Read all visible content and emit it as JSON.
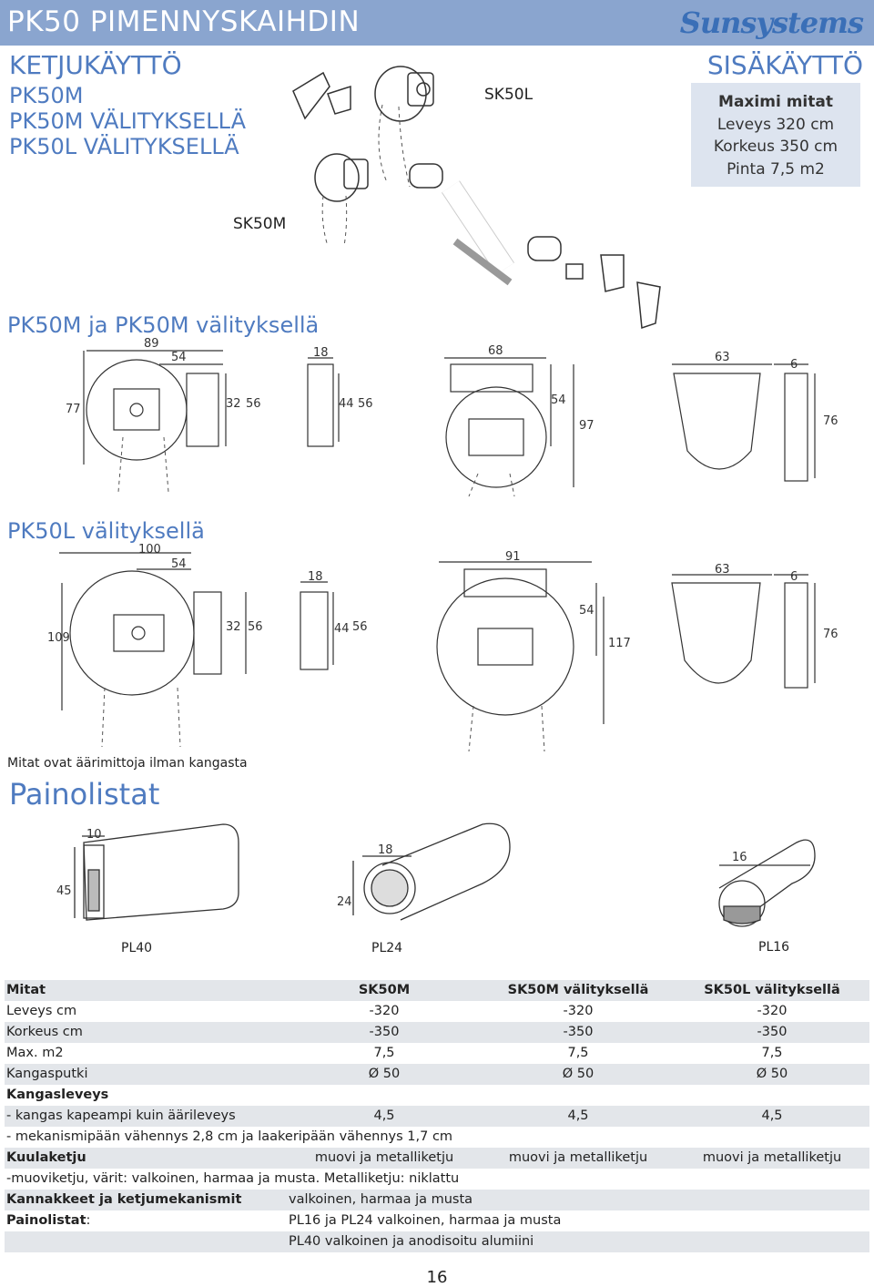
{
  "header": {
    "title": "PK50 PIMENNYSKAIHDIN",
    "logo": "Sunsystems"
  },
  "left_heading": "KETJUKÄYTTÖ",
  "models": [
    "PK50M",
    "PK50M VÄLITYKSELLÄ",
    "PK50L VÄLITYKSELLÄ"
  ],
  "right_heading": "SISÄKÄYTTÖ",
  "maxbox": {
    "title": "Maximi mitat",
    "width": "Leveys 320 cm",
    "height": "Korkeus 350 cm",
    "area": "Pinta 7,5 m2"
  },
  "labels": {
    "sk50l": "SK50L",
    "sk50m": "SK50M"
  },
  "section1": {
    "title": "PK50M ja PK50M välityksellä",
    "dims": {
      "a": "89",
      "b": "54",
      "c": "77",
      "d": "32",
      "e": "56",
      "f": "18",
      "g": "44",
      "h": "56",
      "i": "68",
      "j": "54",
      "k": "97",
      "l": "63",
      "m": "6",
      "n": "76"
    }
  },
  "section2": {
    "title": "PK50L välityksellä",
    "dims": {
      "a": "100",
      "b": "54",
      "c": "109",
      "d": "32",
      "e": "56",
      "f": "18",
      "g": "44",
      "h": "56",
      "i": "91",
      "j": "54",
      "k": "117",
      "l": "63",
      "m": "6",
      "n": "76"
    }
  },
  "note": "Mitat ovat äärimittoja ilman kangasta",
  "painolistat": {
    "title": "Painolistat",
    "pl40": {
      "name": "PL40",
      "w": "10",
      "h": "45"
    },
    "pl24": {
      "name": "PL24",
      "w": "18",
      "h": "24"
    },
    "pl16": {
      "name": "PL16",
      "w": "16"
    }
  },
  "table": {
    "header": [
      "Mitat",
      "SK50M",
      "SK50M välityksellä",
      "SK50L välityksellä"
    ],
    "rows": [
      {
        "label": "Leveys cm",
        "v": [
          "-320",
          "-320",
          "-320"
        ]
      },
      {
        "label": "Korkeus cm",
        "v": [
          "-350",
          "-350",
          "-350"
        ]
      },
      {
        "label": "Max. m2",
        "v": [
          "7,5",
          "7,5",
          "7,5"
        ]
      },
      {
        "label": "Kangasputki",
        "v": [
          "Ø 50",
          "Ø 50",
          "Ø 50"
        ]
      }
    ],
    "kangasleveys": "Kangasleveys",
    "kapeampi": {
      "label": "- kangas kapeampi kuin äärileveys",
      "v": [
        "4,5",
        "4,5",
        "4,5"
      ]
    },
    "mekanismi": "- mekanismipään vähennys 2,8 cm ja laakeripään vähennys 1,7 cm",
    "kuulaketju": {
      "label": "Kuulaketju",
      "v": [
        "muovi ja metalliketju",
        "muovi ja metalliketju",
        "muovi ja metalliketju"
      ]
    },
    "muoviketju": "-muoviketju, värit: valkoinen, harmaa ja musta. Metalliketju: niklattu",
    "kannakkeet": {
      "label": "Kannakkeet ja ketjumekanismit",
      "v": "valkoinen, harmaa ja musta"
    },
    "painolistat": {
      "label": "Painolistat",
      "colon": ":",
      "v1": "PL16 ja PL24 valkoinen, harmaa ja musta",
      "v2": "PL40 valkoinen ja anodisoitu alumiini"
    }
  },
  "page_number": "16"
}
